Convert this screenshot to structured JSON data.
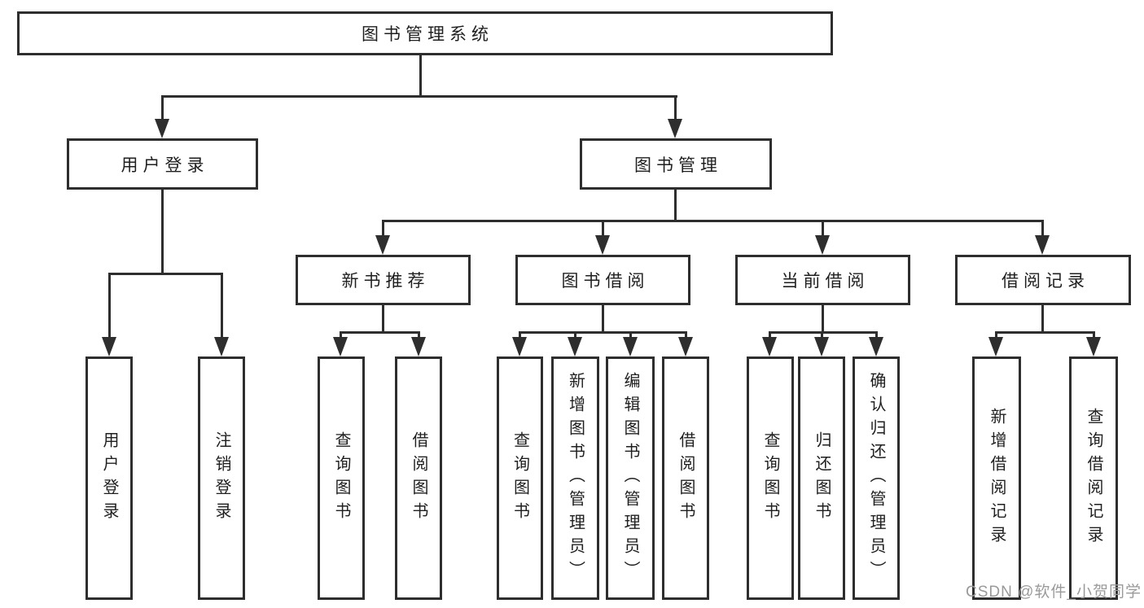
{
  "tree": {
    "root": "图书管理系统",
    "login": {
      "label": "用户登录",
      "children": [
        "用户登录",
        "注销登录"
      ]
    },
    "mgmt": {
      "label": "图书管理",
      "sections": {
        "recommend": {
          "label": "新书推荐",
          "children": [
            "查询图书",
            "借阅图书"
          ]
        },
        "borrow": {
          "label": "图书借阅",
          "children": [
            "查询图书",
            "新增图书（管理员）",
            "编辑图书（管理员）",
            "借阅图书"
          ]
        },
        "current": {
          "label": "当前借阅",
          "children": [
            "查询图书",
            "归还图书",
            "确认归还（管理员）"
          ]
        },
        "record": {
          "label": "借阅记录",
          "children": [
            "新增借阅记录",
            "查询借阅记录"
          ]
        }
      }
    }
  },
  "watermark": "CSDN @软件_小贺同学",
  "colors": {
    "line": "#2e2e2e",
    "text": "#1f1f1f",
    "watermark": "#9a9a9a",
    "background": "#ffffff"
  }
}
